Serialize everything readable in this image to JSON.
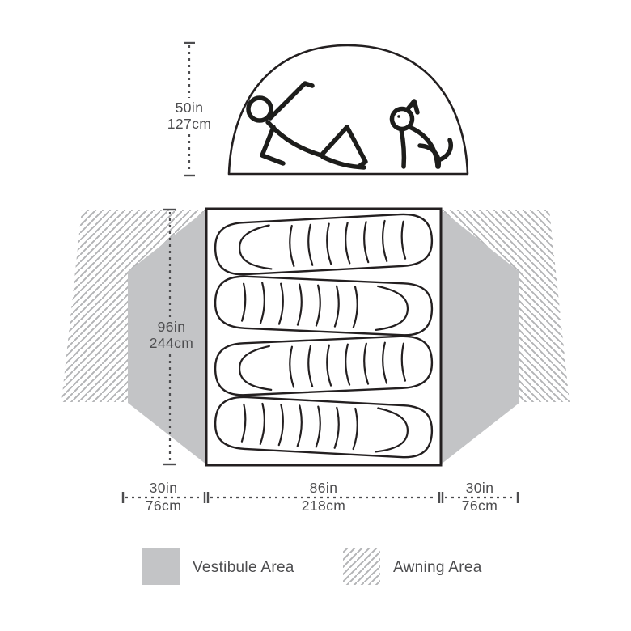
{
  "dims": {
    "height": {
      "in": "50in",
      "cm": "127cm"
    },
    "length": {
      "in": "96in",
      "cm": "244cm"
    },
    "vestibule_left": {
      "in": "30in",
      "cm": "76cm"
    },
    "floor_width": {
      "in": "86in",
      "cm": "218cm"
    },
    "vestibule_right": {
      "in": "30in",
      "cm": "76cm"
    }
  },
  "legend": {
    "vestibule": "Vestibule Area",
    "awning": "Awning Area"
  },
  "colors": {
    "line": "#231f20",
    "text": "#4d4d4f",
    "vestibule_fill": "#c3c4c6",
    "hatch_line": "#b3b4b6"
  }
}
